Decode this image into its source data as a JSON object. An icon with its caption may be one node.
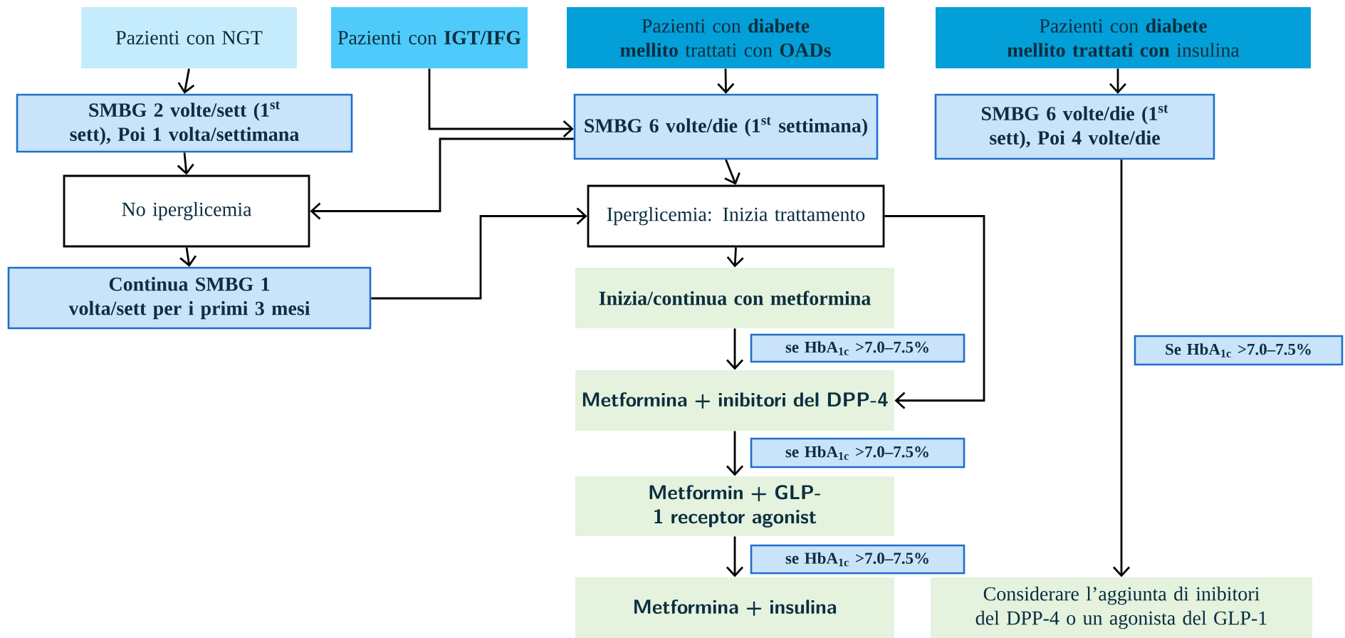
{
  "diagram": {
    "nodes": [
      {
        "text": [
          "Pazienti con NGT"
        ]
      },
      {
        "text": [
          "Pazienti con **IGT/IFG**"
        ]
      },
      {
        "text": [
          "Pazienti con **diabete mellito** trattati con **OADs**"
        ]
      },
      {
        "text": [
          "Pazienti con **diabete mellito trattati con** insulina"
        ]
      },
      {
        "text": [
          "SMBG 2 volte/sett (1$^{st}$ sett), Poi 1 volta/settimana"
        ]
      },
      {
        "text": [
          "SMBG 6 volte/die (1$^{st}$ settimana)"
        ]
      },
      {
        "text": [
          "SMBG 6 volte/die (1$^{st}$ sett), Poi 4 volte/die"
        ]
      },
      {
        "text": [
          "No iperglicemia"
        ]
      },
      {
        "text": [
          "Iperglicemia: Inizia trattamento"
        ]
      },
      {
        "text": [
          "Continua SMBG 1 volta/sett per i primi 3 mesi"
        ]
      },
      {
        "text": [
          "Inizia/continua con metformina"
        ]
      },
      {
        "text": [
          "se HbA$_{1c}$ >7.0–7.5%"
        ]
      },
      {
        "text": [
          "Metformina + inibitori del DPP-4"
        ]
      },
      {
        "text": [
          "se HbA$_{1c}$ >7.0–7.5%"
        ]
      },
      {
        "text": [
          "Metformin + GLP-1 receptor agonist"
        ]
      },
      {
        "text": [
          "se HbA$_{1c}$ >7.0–7.5%"
        ]
      },
      {
        "text": [
          "Metformina + insulina"
        ]
      },
      {
        "text": [
          "Se HbA$_{1c}$ >7.0–7.5%"
        ]
      },
      {
        "text": [
          "Considerare l’aggiunta di inibitori del DPP-4 o un agonista del GLP-1"
        ]
      }
    ],
    "edges": [
      {
        "from": 0,
        "to": 4,
        "arrow": "to"
      },
      {
        "from": 4,
        "to": 7,
        "arrow": "to"
      },
      {
        "from": 7,
        "to": 9,
        "arrow": "to"
      },
      {
        "from": 1,
        "to": 5,
        "arrow": "to"
      },
      {
        "from": 5,
        "to": 7,
        "arrow": "to"
      },
      {
        "from": 9,
        "to": 8,
        "arrow": "to"
      },
      {
        "from": 2,
        "to": 5,
        "arrow": "to"
      },
      {
        "from": 5,
        "to": 8,
        "arrow": "to"
      },
      {
        "from": 8,
        "to": 10,
        "arrow": "to"
      },
      {
        "from": 8,
        "to": 12,
        "arrow": "to"
      },
      {
        "from": 10,
        "to": 12,
        "arrow": "to"
      },
      {
        "from": 12,
        "to": 14,
        "arrow": "to"
      },
      {
        "from": 14,
        "to": 16,
        "arrow": "to"
      },
      {
        "from": 3,
        "to": 6,
        "arrow": "to"
      },
      {
        "from": 6,
        "to": 18,
        "arrow": "to"
      }
    ]
  }
}
